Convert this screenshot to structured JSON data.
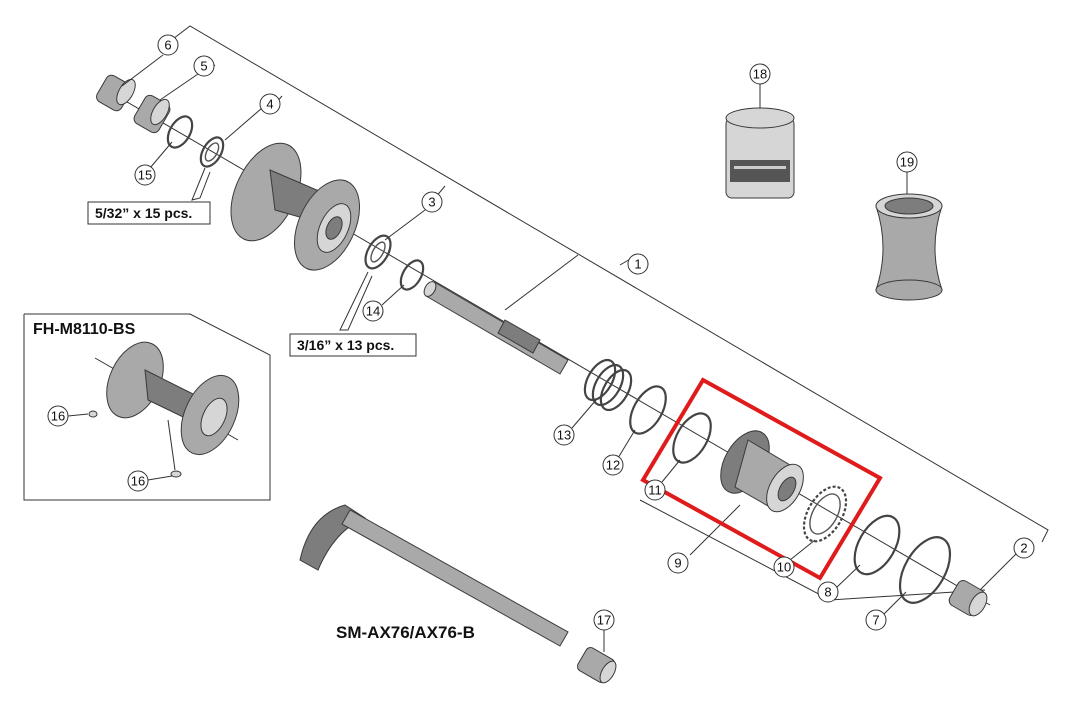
{
  "callouts": [
    "1",
    "2",
    "3",
    "4",
    "5",
    "6",
    "7",
    "8",
    "9",
    "10",
    "11",
    "12",
    "13",
    "14",
    "15",
    "16",
    "17",
    "18",
    "19"
  ],
  "callout_16_second": "16",
  "labels": {
    "inset_model": "FH-M8110-BS",
    "axle_model": "SM-AX76/AX76-B",
    "balls_small": "5/32” x 15 pcs.",
    "balls_large": "3/16” x 13 pcs."
  },
  "colors": {
    "highlight": "#e01b1b",
    "part": "#7d7d7d",
    "line": "#333333"
  }
}
